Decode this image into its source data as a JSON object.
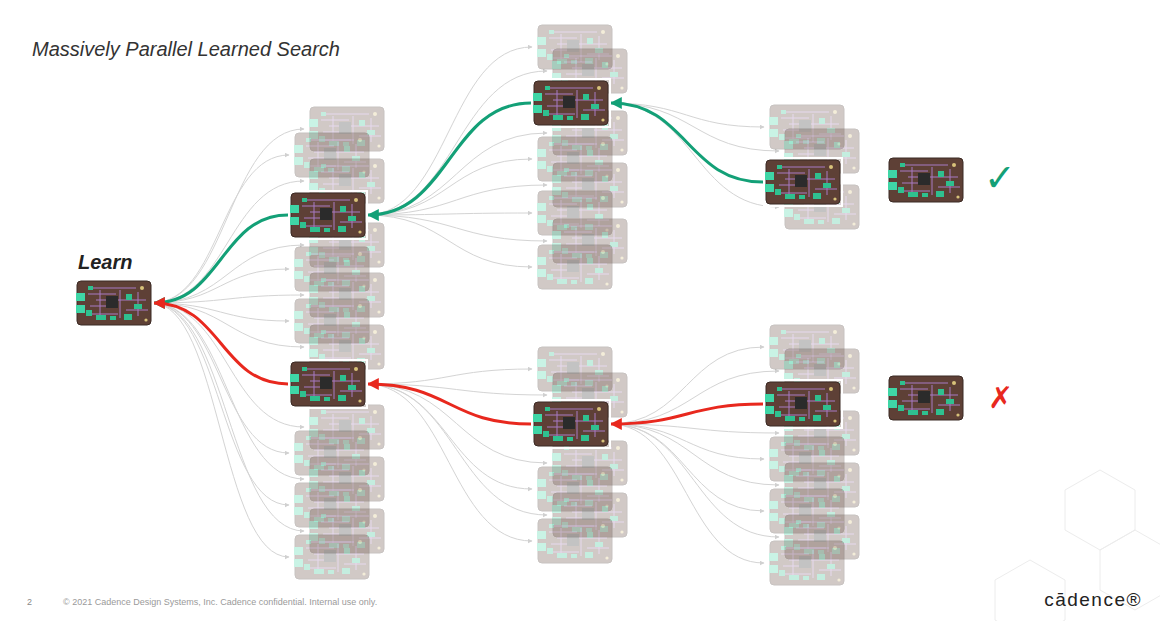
{
  "diagram": {
    "title": "Massively Parallel Learned Search",
    "nodes": [
      {
        "text": [
          "Learn"
        ]
      },
      {
        "text": []
      },
      {
        "text": []
      },
      {
        "text": []
      },
      {
        "text": []
      },
      {
        "text": []
      },
      {
        "text": []
      }
    ],
    "edges": [
      {
        "from": 1,
        "to": 0,
        "arrow": "to"
      },
      {
        "from": 2,
        "to": 0,
        "arrow": "to"
      },
      {
        "from": 3,
        "to": 1,
        "arrow": "to"
      },
      {
        "from": 4,
        "to": 2,
        "arrow": "to"
      },
      {
        "from": 5,
        "to": 3,
        "arrow": "to"
      },
      {
        "from": 6,
        "to": 4,
        "arrow": "to"
      }
    ],
    "labels": [
      "✓",
      "✗",
      "2",
      "© 2021 Cadence Design Systems, Inc. Cadence confidential. Internal use only.",
      "cādence®"
    ]
  }
}
